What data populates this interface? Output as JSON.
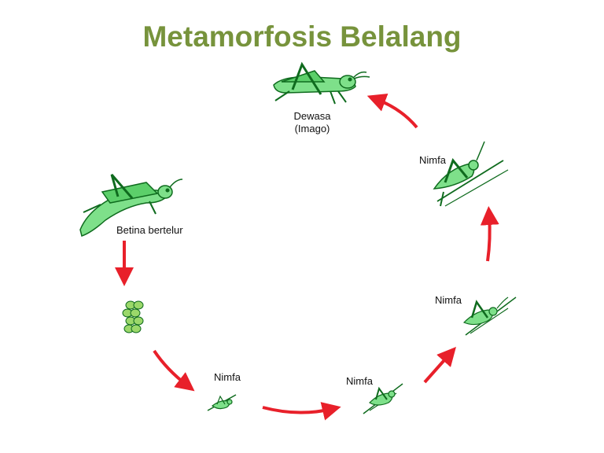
{
  "title": "Metamorfosis Belalang",
  "stages": {
    "adult_line1": "Dewasa",
    "adult_line2": "(Imago)",
    "egg_laying": "Betina bertelur",
    "nymph_1": "Nimfa",
    "nymph_2": "Nimfa",
    "nymph_3": "Nimfa",
    "nymph_4": "Nimfa"
  },
  "colors": {
    "title": "#77933c",
    "arrow": "#e8202a",
    "insect_fill": "#7ee08a",
    "insect_stroke": "#0f6b1e",
    "egg_fill": "#9bd86a"
  }
}
